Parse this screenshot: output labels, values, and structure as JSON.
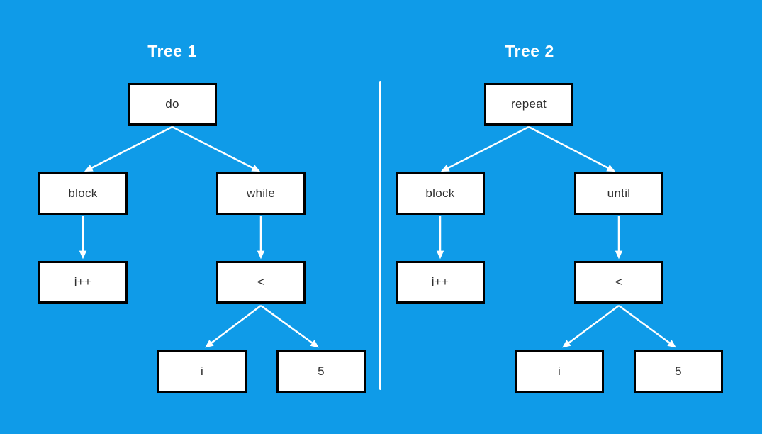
{
  "colors": {
    "background": "#0f9be8",
    "box_fill": "#ffffff",
    "box_border": "#000000",
    "arrow": "#ffffff",
    "divider": "#ffffff",
    "title_text": "#ffffff",
    "node_text": "#2d2d2d"
  },
  "tree1": {
    "title": "Tree 1",
    "nodes": {
      "root": "do",
      "left": "block",
      "right": "while",
      "left_child": "i++",
      "right_child": "<",
      "leaf_left": "i",
      "leaf_right": "5"
    }
  },
  "tree2": {
    "title": "Tree 2",
    "nodes": {
      "root": "repeat",
      "left": "block",
      "right": "until",
      "left_child": "i++",
      "right_child": "<",
      "leaf_left": "i",
      "leaf_right": "5"
    }
  }
}
